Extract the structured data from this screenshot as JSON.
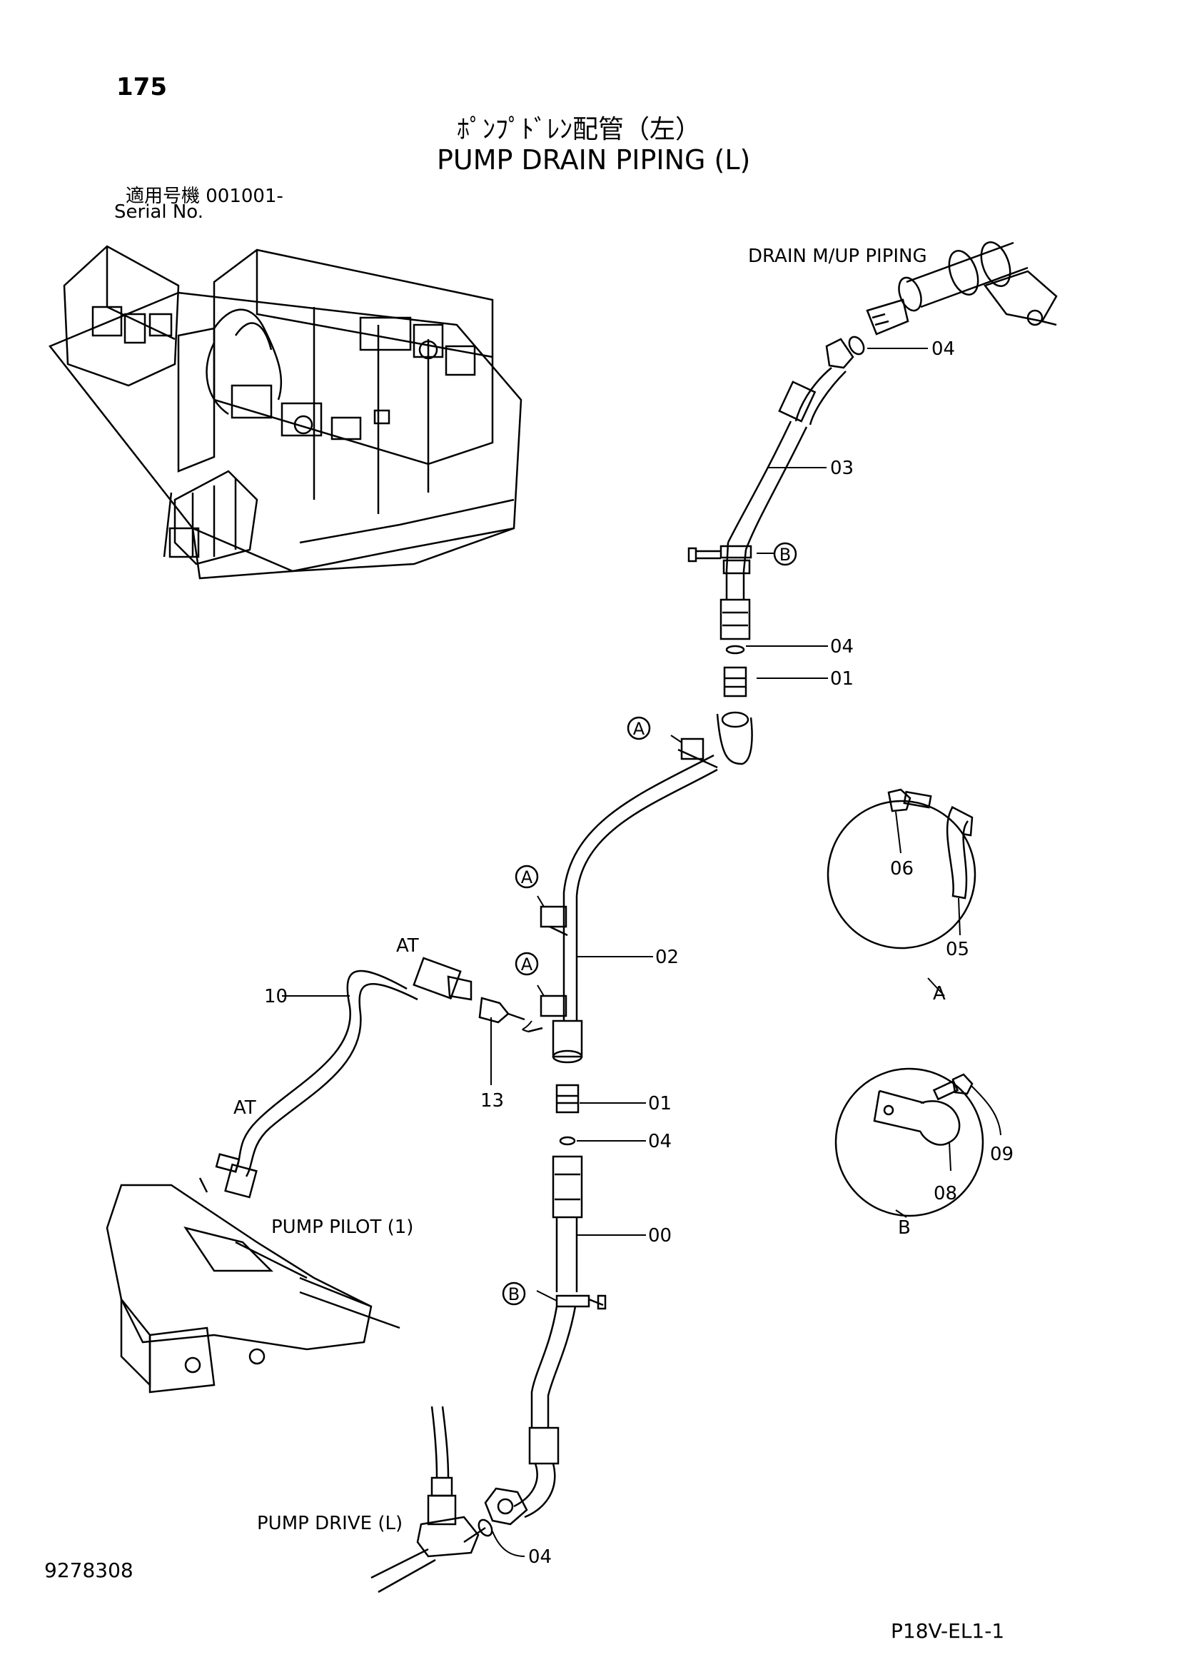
{
  "header": {
    "page_number": "175",
    "title_jp": "ﾎﾟﾝﾌﾟﾄﾞﾚﾝ配管（左）",
    "title_en": "PUMP DRAIN PIPING (L)",
    "serial_label_jp": "適用号機 001001-",
    "serial_label_en": "Serial No."
  },
  "labels": {
    "drain_mup_piping": "DRAIN M/UP PIPING",
    "pump_pilot": "PUMP PILOT (1)",
    "pump_drive": "PUMP DRIVE (L)",
    "at_top": "AT",
    "at_bottom": "AT"
  },
  "callouts": {
    "part_04_top": "04",
    "part_03": "03",
    "part_04_mid": "04",
    "part_01_top": "01",
    "part_02": "02",
    "part_10": "10",
    "part_13": "13",
    "part_01_low": "01",
    "part_04_low": "04",
    "part_00": "00",
    "part_04_bottom": "04"
  },
  "markers": {
    "a1": "A",
    "a2": "A",
    "a3": "A",
    "b1": "B",
    "b2": "B"
  },
  "detail_a": {
    "caption": "A",
    "part_06": "06",
    "part_05": "05"
  },
  "detail_b": {
    "caption": "B",
    "part_09": "09",
    "part_08": "08"
  },
  "footer": {
    "doc_number": "9278308",
    "figure_code": "P18V-EL1-1"
  }
}
